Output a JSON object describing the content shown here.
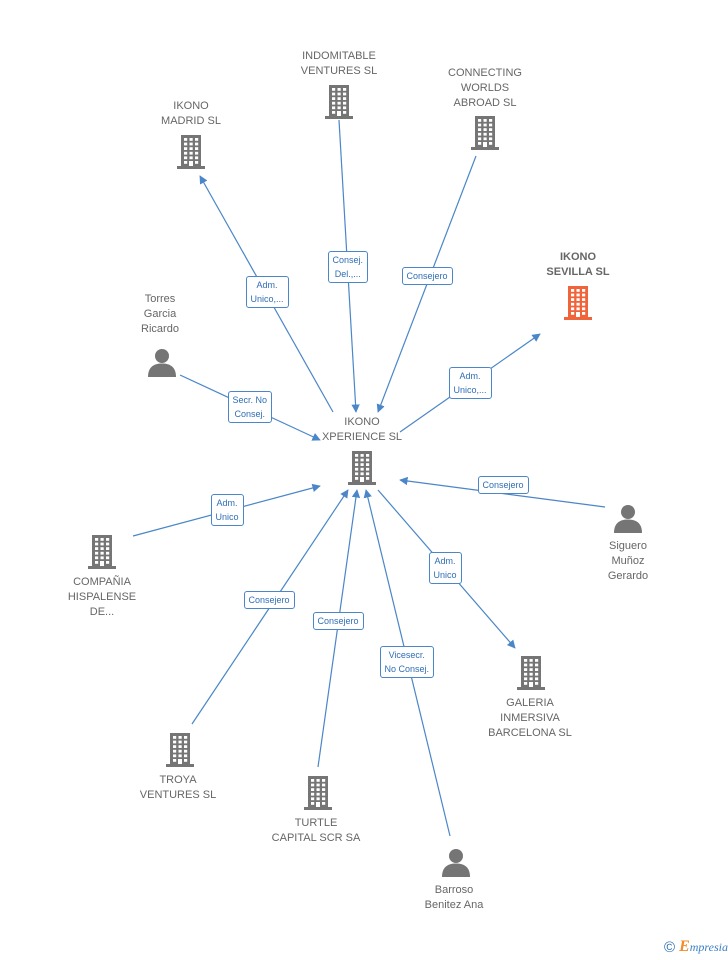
{
  "colors": {
    "edge": "#4a86c8",
    "icon": "#757575",
    "highlight": "#f0643c"
  },
  "nodes": [
    {
      "id": "center",
      "type": "company",
      "label": "IKONO\nXPERIENCE  SL",
      "icon": "building-icon"
    },
    {
      "id": "madrid",
      "type": "company",
      "label": "IKONO\nMADRID  SL",
      "icon": "building-icon"
    },
    {
      "id": "indomitable",
      "type": "company",
      "label": "INDOMITABLE\nVENTURES  SL",
      "icon": "building-icon"
    },
    {
      "id": "connecting",
      "type": "company",
      "label": "CONNECTING\nWORLDS\nABROAD  SL",
      "icon": "building-icon"
    },
    {
      "id": "sevilla",
      "type": "company",
      "label": "IKONO\nSEVILLA  SL",
      "icon": "building-icon",
      "highlight": true
    },
    {
      "id": "torres",
      "type": "person",
      "label": "Torres\nGarcia\nRicardo",
      "icon": "person-icon"
    },
    {
      "id": "siguero",
      "type": "person",
      "label": "Siguero\nMuñoz\nGerardo",
      "icon": "person-icon"
    },
    {
      "id": "compania",
      "type": "company",
      "label": "COMPAÑIA\nHISPALENSE\nDE...",
      "icon": "building-icon"
    },
    {
      "id": "galeria",
      "type": "company",
      "label": "GALERIA\nINMERSIVA\nBARCELONA  SL",
      "icon": "building-icon"
    },
    {
      "id": "troya",
      "type": "company",
      "label": "TROYA\nVENTURES  SL",
      "icon": "building-icon"
    },
    {
      "id": "turtle",
      "type": "company",
      "label": "TURTLE\nCAPITAL SCR SA",
      "icon": "building-icon"
    },
    {
      "id": "barroso",
      "type": "person",
      "label": "Barroso\nBenitez Ana",
      "icon": "person-icon"
    }
  ],
  "edges": [
    {
      "from": "center",
      "to": "madrid",
      "label": "Adm.\nUnico,..."
    },
    {
      "from": "indomitable",
      "to": "center",
      "label": "Consej.\nDel.,..."
    },
    {
      "from": "connecting",
      "to": "center",
      "label": "Consejero"
    },
    {
      "from": "center",
      "to": "sevilla",
      "label": "Adm.\nUnico,..."
    },
    {
      "from": "torres",
      "to": "center",
      "label": "Secr.  No\nConsej."
    },
    {
      "from": "siguero",
      "to": "center",
      "label": "Consejero"
    },
    {
      "from": "compania",
      "to": "center",
      "label": "Adm.\nUnico"
    },
    {
      "from": "center",
      "to": "galeria",
      "label": "Adm.\nUnico"
    },
    {
      "from": "troya",
      "to": "center",
      "label": "Consejero"
    },
    {
      "from": "turtle",
      "to": "center",
      "label": "Consejero"
    },
    {
      "from": "barroso",
      "to": "center",
      "label": "Vicesecr.\nNo Consej."
    }
  ],
  "footer": {
    "copyright": "©",
    "brand_initial": "E",
    "brand_rest": "mpresia"
  }
}
